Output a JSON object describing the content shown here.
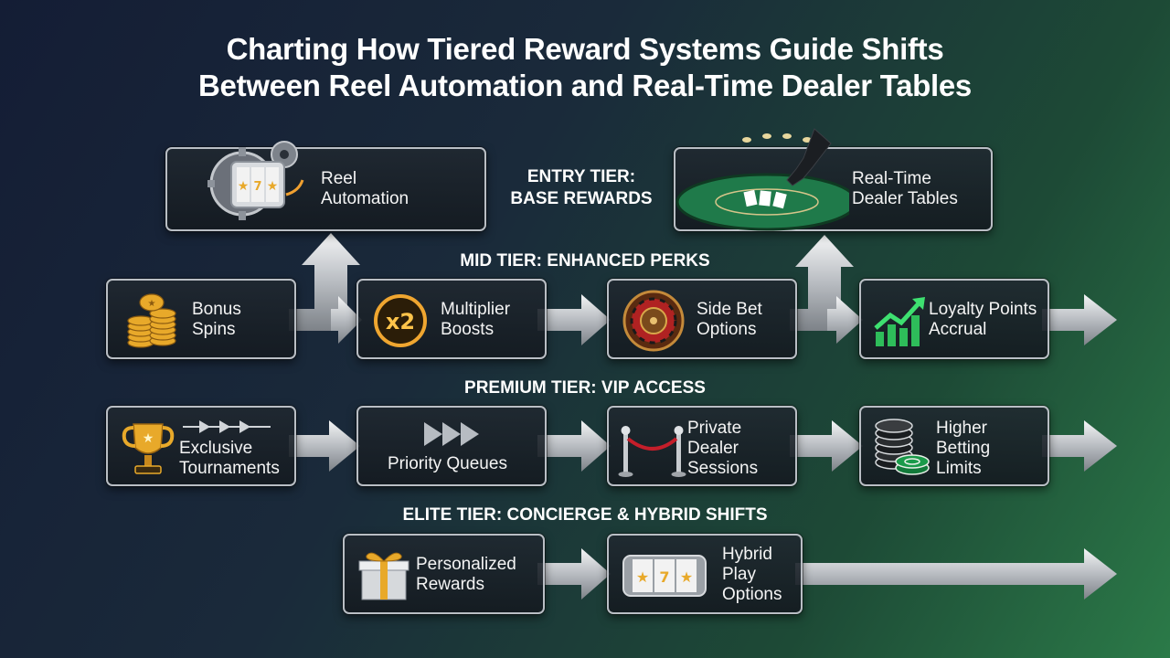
{
  "title": {
    "line1": "Charting How Tiered Reward Systems Guide Shifts",
    "line2": "Between Reel Automation and Real-Time Dealer Tables"
  },
  "tiers": {
    "entry": "ENTRY TIER:\nBASE REWARDS",
    "mid": "MID TIER: ENHANCED PERKS",
    "premium": "PREMIUM TIER: VIP ACCESS",
    "elite": "ELITE TIER: CONCIERGE & HYBRID SHIFTS"
  },
  "top_nodes": {
    "reel_automation": {
      "label": "Reel\nAutomation",
      "icon": "reel-gear-icon"
    },
    "dealer_tables": {
      "label": "Real-Time\nDealer Tables",
      "icon": "dealer-table-icon"
    }
  },
  "mid_row": [
    {
      "label": "Bonus\nSpins",
      "icon": "coin-stack-icon"
    },
    {
      "label": "Multiplier\nBoosts",
      "icon": "x2-multiplier-icon"
    },
    {
      "label": "Side Bet\nOptions",
      "icon": "roulette-wheel-icon"
    },
    {
      "label": "Loyalty Points\nAccrual",
      "icon": "growth-chart-icon"
    }
  ],
  "premium_row": [
    {
      "label": "Exclusive\nTournaments",
      "icon": "trophy-icon"
    },
    {
      "label": "Priority Queues",
      "icon": "fast-forward-icon"
    },
    {
      "label": "Private\nDealer\nSessions",
      "icon": "velvet-rope-icon"
    },
    {
      "label": "Higher\nBetting\nLimits",
      "icon": "chip-stack-icon"
    }
  ],
  "elite_row": [
    {
      "label": "Personalized\nRewards",
      "icon": "gift-box-icon"
    },
    {
      "label": "Hybrid\nPlay\nOptions",
      "icon": "slot-reel-icon"
    }
  ],
  "colors": {
    "box_border": "#b9bec4",
    "arrow_fill": "#c8ccd0",
    "gold": "#e8a92a",
    "green": "#2ebd5a",
    "felt": "#1f7a4a"
  }
}
